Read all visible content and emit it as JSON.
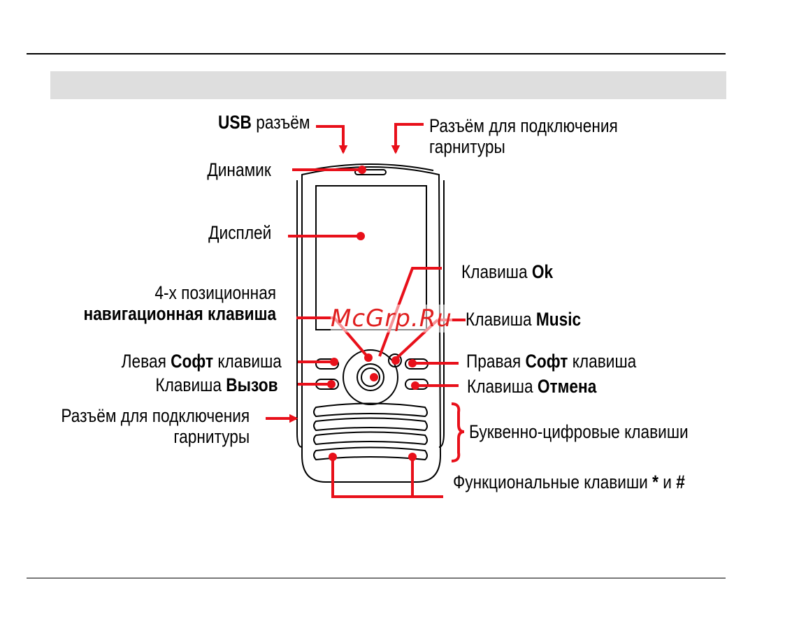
{
  "labels": {
    "usb_bold": "USB",
    "usb_rest": " разъём",
    "headset_top_line1": "Разъём для подключения",
    "headset_top_line2": "гарнитуры",
    "speaker": "Динамик",
    "display": "Дисплей",
    "nav_line1": "4-х позиционная",
    "nav_line2": "навигационная клавиша",
    "ok_pre": "Клавиша ",
    "ok_bold": "Ok",
    "music_pre": "Клавиша ",
    "music_bold": "Music",
    "left_soft_pre": "Левая ",
    "left_soft_bold": "Софт",
    "left_soft_post": " клавиша",
    "right_soft_pre": "Правая ",
    "right_soft_bold": "Софт",
    "right_soft_post": " клавиша",
    "call_pre": "Клавиша ",
    "call_bold": "Вызов",
    "cancel_pre": "Клавиша ",
    "cancel_bold": "Отмена",
    "headset_side_line1": "Разъём для подключения",
    "headset_side_line2": "гарнитуры",
    "alnum": "Буквенно-цифровые клавиши",
    "func_pre": "Функциональные клавиши ",
    "func_star": "*",
    "func_mid": " и ",
    "func_hash": "#"
  },
  "watermark": "McGrp.Ru",
  "colors": {
    "accent": "#e8101a",
    "outline": "#000000",
    "band": "#dedede"
  }
}
